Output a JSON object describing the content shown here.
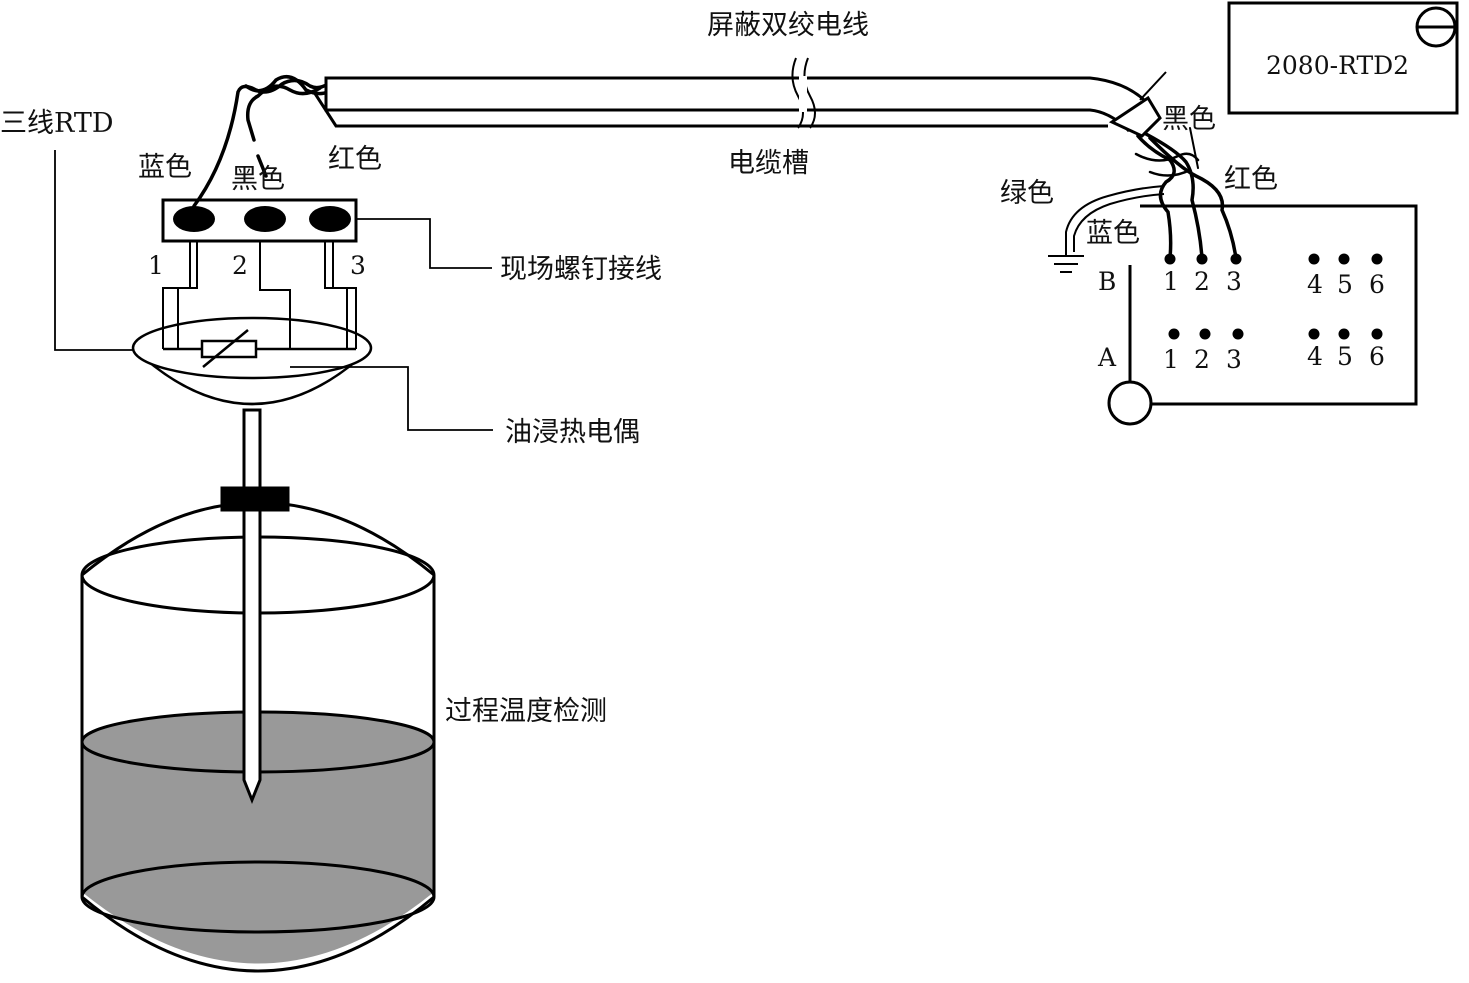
{
  "labels": {
    "shielded_cable": "屏蔽双绞电线",
    "cable_tray": "电缆槽",
    "three_wire_rtd": "三线RTD",
    "blue_left": "蓝色",
    "black_left": "黑色",
    "red_left": "红色",
    "field_screw": "现场螺钉接线",
    "oil_thermo": "油浸热电偶",
    "process_temp": "过程温度检测",
    "black_right": "黑色",
    "red_right": "红色",
    "green": "绿色",
    "blue_right": "蓝色",
    "module": "2080-RTD2",
    "row_b": "B",
    "row_a": "A"
  },
  "screw_terminals": [
    "1",
    "2",
    "3"
  ],
  "channel_b": [
    "1",
    "2",
    "3",
    "4",
    "5",
    "6"
  ],
  "channel_a": [
    "1",
    "2",
    "3",
    "4",
    "5",
    "6"
  ]
}
